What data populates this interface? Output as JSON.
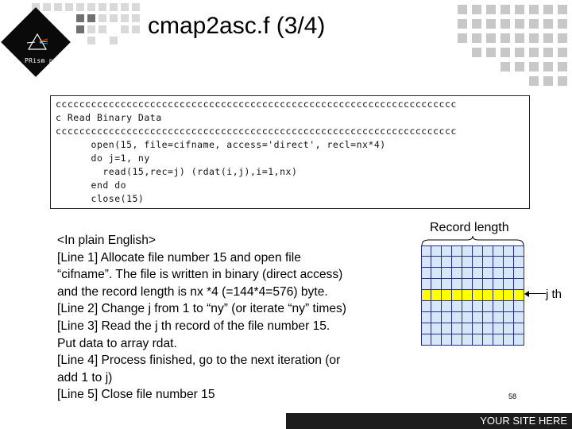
{
  "slide": {
    "title": "cmap2asc.f (3/4)",
    "logo_text": "PRism project",
    "page_number": "58",
    "footer_text": "YOUR SITE HERE"
  },
  "code": {
    "lines": [
      "cccccccccccccccccccccccccccccccccccccccccccccccccccccccccccccccccccc",
      "c Read Binary Data",
      "cccccccccccccccccccccccccccccccccccccccccccccccccccccccccccccccccccc",
      "      open(15, file=cifname, access='direct', recl=nx*4)",
      "      do j=1, ny",
      "        read(15,rec=j) (rdat(i,j),i=1,nx)",
      "      end do",
      "      close(15)"
    ]
  },
  "explanation": {
    "lines": [
      "<In plain English>",
      "[Line 1] Allocate file number 15 and open file",
      "“cifname”. The file is written in binary (direct access)",
      "and the record length is nx *4 (=144*4=576) byte.",
      "[Line 2] Change j from 1 to “ny” (or iterate “ny” times)",
      "[Line 3] Read the j th record of the file number 15.",
      "Put data to array rdat.",
      "[Line 4] Process finished, go to the next iteration (or",
      "add 1 to j)",
      "[Line 5] Close file number 15"
    ]
  },
  "diagram": {
    "record_label": "Record length",
    "row_label": "j th",
    "columns": 10,
    "rows": 9,
    "highlighted_row": 4,
    "cell_color": "#d6e8f8",
    "highlight_color": "#ffff00",
    "line_color": "#2a2a8a"
  }
}
